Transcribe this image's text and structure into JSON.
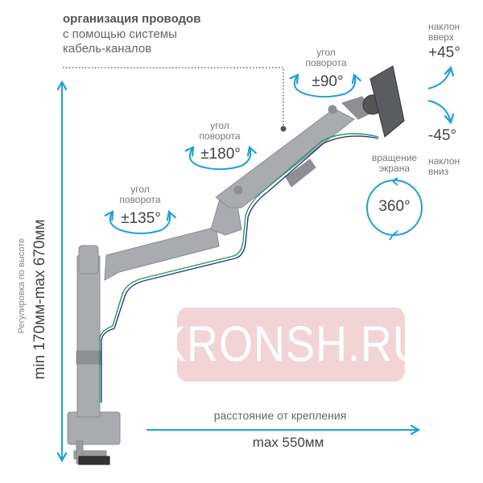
{
  "cable_note": {
    "title": "организация проводов",
    "line1": "с помощью системы",
    "line2": "кабель-каналов"
  },
  "height": {
    "small_label": "Регулировка по высоте",
    "range": "min 170мм-max 670мм"
  },
  "distance": {
    "label": "расстояние от крепления",
    "value": "max 550мм"
  },
  "joints": [
    {
      "line1": "угол",
      "line2": "поворота",
      "angle": "±135°"
    },
    {
      "line1": "угол",
      "line2": "поворота",
      "angle": "±180°"
    },
    {
      "line1": "угол",
      "line2": "поворота",
      "angle": "±90°"
    }
  ],
  "tilt": {
    "up_line1": "наклон",
    "up_line2": "вверх",
    "up_value": "+45°",
    "down_value": "-45°",
    "down_line1": "наклон",
    "down_line2": "вниз"
  },
  "rotation": {
    "line1": "вращение",
    "line2": "экрана",
    "value": "360°"
  },
  "watermark": "KRONSH.RU",
  "colors": {
    "accent": "#1ba1d8",
    "arm": "#a9abaf",
    "watermark_bg": "#f3d4d4",
    "cable_green": "#2a9a4a",
    "cable_blue": "#1e3a9a"
  }
}
